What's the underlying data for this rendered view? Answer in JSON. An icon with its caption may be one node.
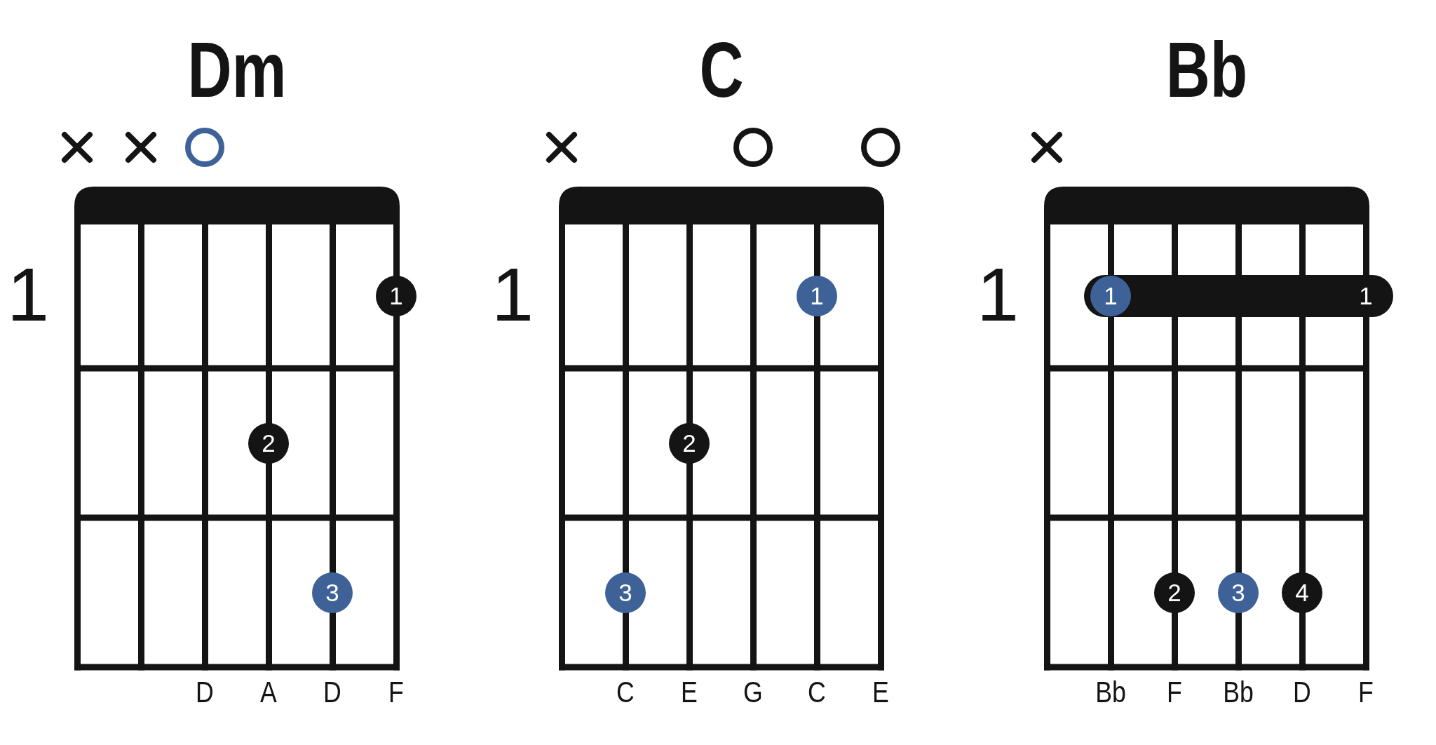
{
  "diagram": {
    "nodes": [
      {
        "text": [
          "Dm"
        ]
      },
      {
        "text": [],
        "shape": "cross",
        "in": 0
      },
      {
        "text": [],
        "shape": "cross",
        "in": 0
      },
      {
        "text": [],
        "shape": "circle",
        "in": 0
      },
      {
        "text": [
          "1"
        ],
        "in": 0
      },
      {
        "text": [
          "2"
        ],
        "in": 0
      },
      {
        "text": [
          "3"
        ],
        "in": 0
      },
      {
        "text": [
          "C"
        ]
      },
      {
        "text": [],
        "shape": "cross",
        "in": 7
      },
      {
        "text": [],
        "shape": "circle",
        "in": 7
      },
      {
        "text": [],
        "shape": "circle",
        "in": 7
      },
      {
        "text": [
          "1"
        ],
        "in": 7
      },
      {
        "text": [
          "2"
        ],
        "in": 7
      },
      {
        "text": [
          "3"
        ],
        "in": 7
      },
      {
        "text": [
          "Bb"
        ]
      },
      {
        "text": [],
        "shape": "cross",
        "in": 14
      },
      {
        "text": [
          "1"
        ],
        "in": 14
      },
      {
        "text": [
          "1"
        ],
        "in": 16
      },
      {
        "text": [
          "2"
        ],
        "in": 14
      },
      {
        "text": [
          "3"
        ],
        "in": 14
      },
      {
        "text": [
          "4"
        ],
        "in": 14
      }
    ],
    "labels": [
      "1",
      "1",
      "1",
      "D",
      "A",
      "D",
      "F",
      "C",
      "E",
      "G",
      "C",
      "E",
      "Bb",
      "F",
      "Bb",
      "D",
      "F"
    ]
  }
}
